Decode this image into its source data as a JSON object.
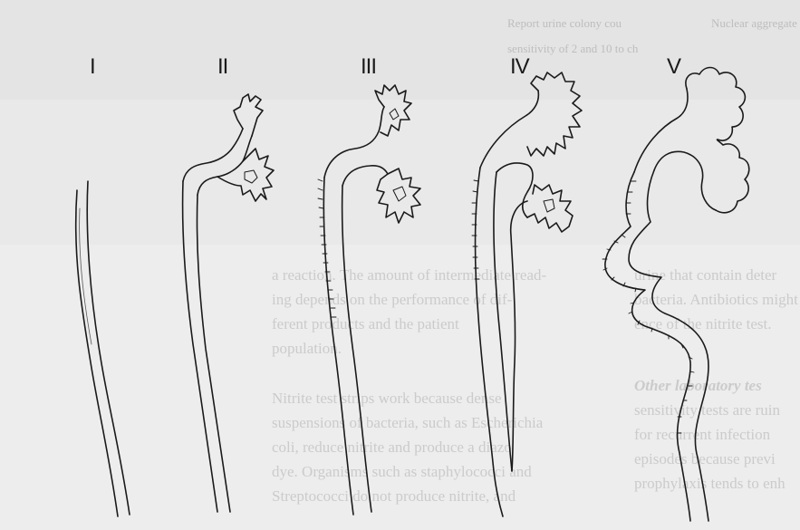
{
  "background_text": {
    "top_line_1_left": "Report urine colony cou",
    "top_line_1_right": "Nuclear aggregate",
    "top_line_2": "sensitivity of 2 and 10 to ch",
    "para_mid_left": [
      "a reaction. The amount of intermediate read-",
      "ing depends on the performance of dif-",
      "ferent products and the patient",
      "population."
    ],
    "para_mid_left_2": [
      "Nitrite test strips work because dense",
      "suspensions of bacteria, such as Escherichia",
      "coli, reduce nitrite and produce a diazo",
      "dye. Organisms such as staphylococci and",
      "Streptococci do not produce nitrite, and"
    ],
    "para_right": [
      "urine that contain deter",
      "bacteria. Antibiotics might",
      "ence of the nitrite test."
    ],
    "para_right_head": "Other laboratory tes",
    "para_right_2": [
      "sensitivity tests are ruin",
      "for recurrent infection",
      "episodes because previ",
      "prophylaxis tends to enh"
    ]
  },
  "labels": [
    "I",
    "II",
    "III",
    "IV",
    "V"
  ],
  "colors": {
    "ink": "#1a1a1a",
    "paper": "#ececec",
    "band": "#e2e2e2"
  }
}
